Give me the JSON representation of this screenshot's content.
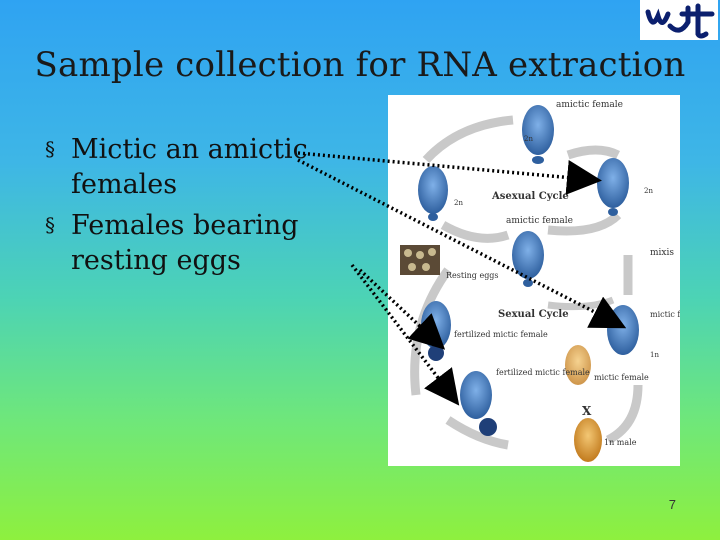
{
  "slide": {
    "title": "Sample collection for RNA extraction",
    "bullets": [
      "Mictic an amictic females",
      "Females bearing resting eggs"
    ],
    "page_number": "7"
  },
  "figure": {
    "labels": {
      "amictic_female_top": "amictic female",
      "asexual_cycle": "Asexual Cycle",
      "amictic_female_mid": "amictic female",
      "mixis": "mixis",
      "resting_eggs": "Resting eggs",
      "sexual_cycle": "Sexual Cycle",
      "mictic_female_right": "mictic female",
      "fertilized_mictic_female_1": "fertilized mictic female",
      "fertilized_mictic_female_2": "fertilized mictic female",
      "mictic_female_center": "mictic female",
      "cross": "X",
      "male": "1n male",
      "ploidy_2n": "2n",
      "ploidy_1n": "1n"
    }
  },
  "colors": {
    "background_top": "#2fa3f2",
    "background_bottom": "#8ef03e",
    "arrow": "#000000",
    "rotifer_blue": "#3f78b9",
    "cycle_arrow": "#c9c9c9"
  },
  "icons": {
    "logo": "institution-logo",
    "bullet": "square-bullet"
  }
}
